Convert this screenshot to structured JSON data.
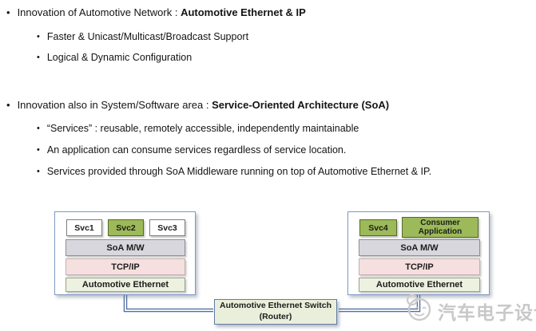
{
  "bullet_char": "•",
  "content": {
    "sections": [
      {
        "heading_prefix": "Innovation of Automotive Network : ",
        "heading_bold": "Automotive Ethernet & IP",
        "items": [
          "Faster & Unicast/Multicast/Broadcast Support",
          "Logical & Dynamic Configuration"
        ]
      },
      {
        "heading_prefix": "Innovation also in System/Software area : ",
        "heading_bold": "Service-Oriented Architecture (SoA)",
        "items": [
          "“Services” : reusable, remotely accessible, independently maintainable",
          "An application can consume services regardless of service location.",
          "Services provided through SoA Middleware running on top of Automotive Ethernet & IP."
        ]
      }
    ]
  },
  "diagram": {
    "left_stack": {
      "services": [
        {
          "label": "Svc1",
          "highlight": false
        },
        {
          "label": "Svc2",
          "highlight": true
        },
        {
          "label": "Svc3",
          "highlight": false
        }
      ],
      "layers": [
        {
          "label": "SoA M/W"
        },
        {
          "label": "TCP/IP"
        },
        {
          "label": "Automotive Ethernet"
        }
      ]
    },
    "right_stack": {
      "services": [
        {
          "label": "Svc4",
          "highlight": true
        },
        {
          "label": "Consumer Application",
          "highlight": true
        }
      ],
      "layers": [
        {
          "label": "SoA M/W"
        },
        {
          "label": "TCP/IP"
        },
        {
          "label": "Automotive Ethernet"
        }
      ]
    },
    "switch": {
      "title": "Automotive Ethernet Switch",
      "subtitle": "(Router)"
    }
  },
  "watermark": {
    "text": "汽车电子设计",
    "logo": "smiley-logo"
  },
  "colors": {
    "service_green": "#9CBA59",
    "service_green_border": "#55682D",
    "soa_gray": "#D8D7DE",
    "tcpip_pink": "#F5DFDF",
    "ethernet_ivory": "#EDF1E0",
    "ecu_border_blue": "#7E99C6",
    "connector_blue": "#4F6FA0",
    "watermark_gray": "#C8C8C8"
  }
}
